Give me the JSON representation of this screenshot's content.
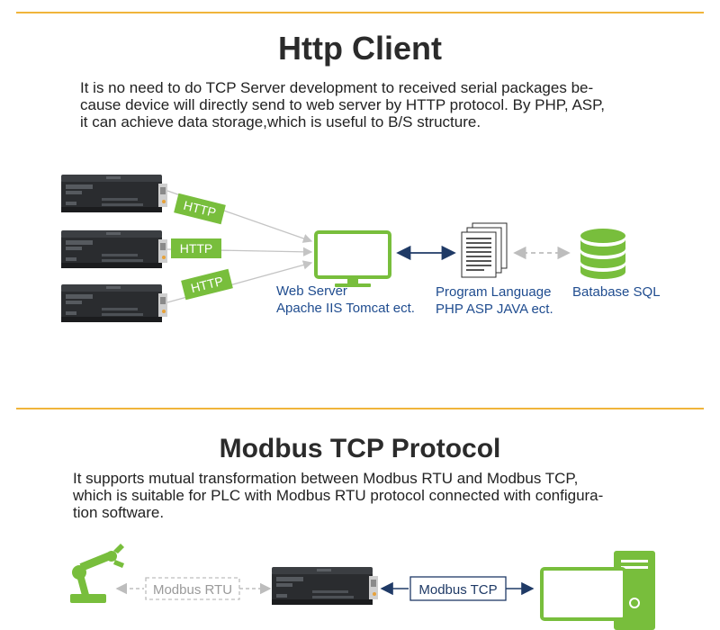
{
  "http_section": {
    "title": "Http Client",
    "description": [
      "It is no need to do TCP Server development to received serial packages be-",
      "cause device will directly send to web server by HTTP protocol. By PHP, ASP,",
      "it can achieve data storage,which is useful to B/S structure."
    ],
    "http_tags": [
      "HTTP",
      "HTTP",
      "HTTP"
    ],
    "web_server": {
      "line1": "Web Server",
      "line2": "Apache IIS Tomcat ect."
    },
    "program_language": {
      "line1": "Program Language",
      "line2": "PHP ASP JAVA ect."
    },
    "database": {
      "label": "Batabase SQL"
    }
  },
  "modbus_section": {
    "title": "Modbus TCP Protocol",
    "description": [
      "It supports mutual transformation between Modbus RTU and Modbus TCP,",
      "which is suitable for PLC with Modbus RTU protocol connected with configura-",
      "tion software."
    ],
    "rtu_label": "Modbus RTU",
    "tcp_label": "Modbus TCP"
  },
  "colors": {
    "accent_rule": "#f0b43a",
    "green": "#78be3c",
    "caption_blue": "#1f4c8f",
    "arrow_navy": "#1f3a66",
    "dashed_gray": "#bdbdbd"
  },
  "icons": [
    "serial-server-device-icon",
    "monitor-icon",
    "document-stack-icon",
    "database-icon",
    "robot-arm-icon",
    "pc-tower-icon"
  ]
}
